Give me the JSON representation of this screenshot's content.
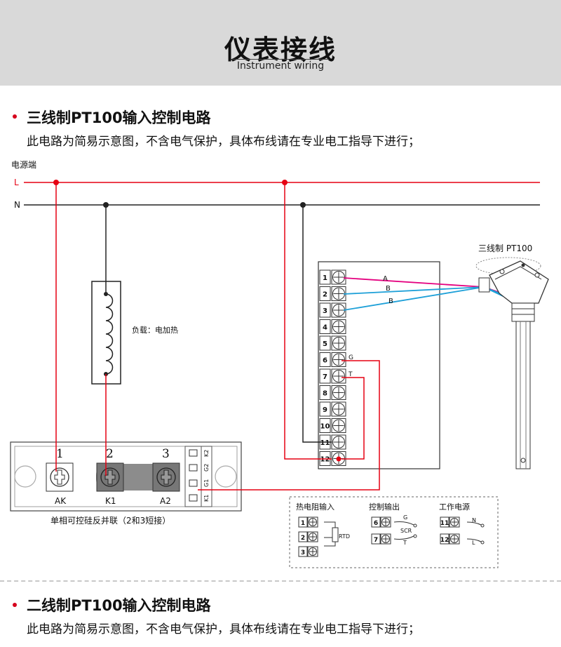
{
  "header": {
    "title": "仪表接线",
    "subtitle": "Instrument wiring"
  },
  "section1": {
    "title": "三线制PT100输入控制电路",
    "description": "此电路为简易示意图，不含电气保护，具体布线请在专业电工指导下进行；"
  },
  "section2": {
    "title": "二线制PT100输入控制电路",
    "description": "此电路为简易示意图，不含电气保护，具体布线请在专业电工指导下进行；"
  },
  "diagram": {
    "power_label": "电源端",
    "line_l": "L",
    "line_n": "N",
    "load_label": "负载：电加热",
    "sensor_label": "三线制  PT100",
    "wire_a": "A",
    "wire_b1": "B",
    "wire_b2": "B",
    "term_g": "G",
    "term_t": "T",
    "terminals": [
      "1",
      "2",
      "3",
      "4",
      "5",
      "6",
      "7",
      "8",
      "9",
      "10",
      "11",
      "12"
    ],
    "scr": {
      "numbers": [
        "1",
        "2",
        "3"
      ],
      "labels": [
        "AK",
        "K1",
        "A2"
      ],
      "side_labels": [
        "K2",
        "G2",
        "G1",
        "K1"
      ],
      "caption": "单相可控硅反并联（2和3短接）"
    },
    "legend": {
      "rtd_title": "热电阻输入",
      "rtd_terms": [
        "1",
        "2",
        "3"
      ],
      "rtd_label": "RTD",
      "out_title": "控制输出",
      "out_terms": [
        "6",
        "7"
      ],
      "out_g": "G",
      "out_scr": "SCR",
      "out_t": "T",
      "pwr_title": "工作电源",
      "pwr_terms": [
        "11",
        "12"
      ],
      "pwr_n": "N",
      "pwr_l": "L"
    }
  },
  "colors": {
    "live": "#e60012",
    "neutral": "#222222",
    "sensor_a": "#e4007f",
    "sensor_b": "#1ea0d8",
    "accent": "#d6001c",
    "banner": "#d9d9d9"
  }
}
